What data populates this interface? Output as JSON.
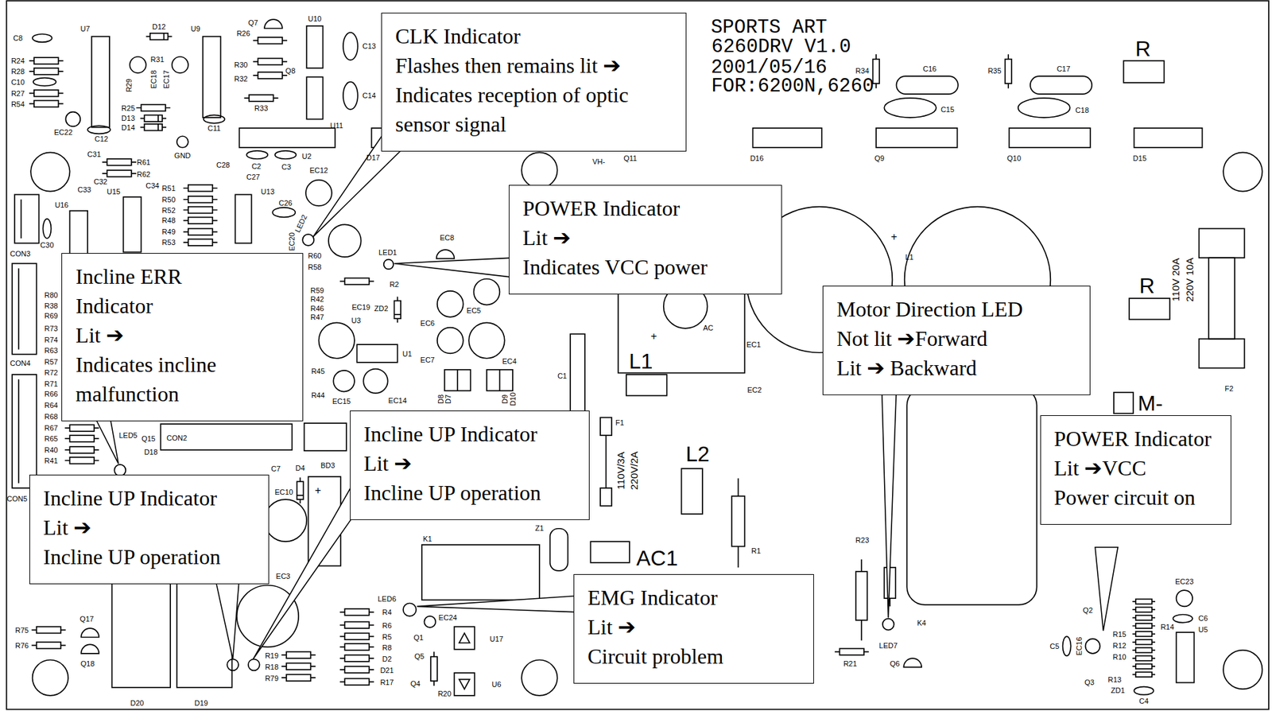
{
  "diagram": {
    "nodes": [
      {
        "text": [
          "CLK Indicator",
          "Flashes then remains lit ➔",
          "Indicates reception of optic sensor signal"
        ]
      },
      {
        "text": [
          "POWER Indicator",
          "Lit ➔",
          "Indicates VCC power"
        ]
      },
      {
        "text": [
          "Incline ERR Indicator",
          "Lit ➔",
          "Indicates incline malfunction"
        ]
      },
      {
        "text": [
          "Motor Direction LED",
          "Not lit ➔Forward",
          "Lit ➔ Backward"
        ]
      },
      {
        "text": [
          "Incline UP Indicator",
          "Lit ➔",
          "Incline UP operation"
        ]
      },
      {
        "text": [
          "POWER Indicator",
          "Lit ➔VCC",
          "Power circuit on"
        ]
      },
      {
        "text": [
          "Incline UP Indicator",
          "Lit ➔",
          "Incline UP operation"
        ]
      },
      {
        "text": [
          "EMG Indicator",
          "Lit ➔",
          "Circuit problem"
        ]
      }
    ],
    "labels": [
      "SPORTS ART",
      "6260DRV V1.0",
      "2001/05/16",
      "FOR:6200N,6260",
      "C8",
      "U7",
      "D12",
      "U9",
      "Q7",
      "R26",
      "U10",
      "C13",
      "R24",
      "R28",
      "R31",
      "C10",
      "R29",
      "EC18",
      "EC17",
      "R30",
      "Q8",
      "R32",
      "R27",
      "R54",
      "R25",
      "D13",
      "D14",
      "R33",
      "C14",
      "U11",
      "EC22",
      "C12",
      "C11",
      "GND",
      "C2",
      "C3",
      "U2",
      "D17",
      "VH-",
      "Q11",
      "D16",
      "Q9",
      "Q10",
      "D15",
      "R34",
      "C16",
      "C15",
      "R35",
      "C17",
      "C18",
      "R",
      "C31",
      "R61",
      "R62",
      "C28",
      "C27",
      "EC12",
      "C33",
      "C32",
      "U15",
      "C34",
      "R51",
      "U13",
      "R50",
      "C26",
      "R52",
      "R48",
      "R49",
      "R53",
      "U16",
      "C30",
      "CON3",
      "LED2",
      "EC20",
      "EC8",
      "LED1",
      "R60",
      "R58",
      "R2",
      "ZD2",
      "EC5",
      "EC6",
      "EC7",
      "EC4",
      "R59",
      "R42",
      "R46",
      "R47",
      "EC19",
      "U3",
      "U1",
      "R45",
      "R44",
      "EC15",
      "EC14",
      "D8",
      "D7",
      "D9",
      "D10",
      "C1",
      "AC",
      "+",
      "EC1",
      "EC2",
      "+",
      "L1",
      "R80",
      "R38",
      "R69",
      "R73",
      "R74",
      "R63",
      "R57",
      "R72",
      "R71",
      "R66",
      "R64",
      "R68",
      "R67",
      "R65",
      "R40",
      "R41",
      "CON4",
      "CON5",
      "Q15",
      "LED5",
      "D18",
      "CON2",
      "C7",
      "D4",
      "BD3",
      "+",
      "EC10",
      "EC3",
      "F1",
      "110V/3A",
      "220V/2A",
      "L1",
      "L2",
      "AC1",
      "K1",
      "Z1",
      "R1",
      "R23",
      "K4",
      "LED7",
      "Q6",
      "R21",
      "M-",
      "F2",
      "110V 20A",
      "220V 10A",
      "R",
      "EC23",
      "C6",
      "U5",
      "R14",
      "Q2",
      "R15",
      "R12",
      "R10",
      "R13",
      "ZD1",
      "C4",
      "Q3",
      "C5",
      "EC16",
      "R75",
      "R76",
      "Q17",
      "Q18",
      "D20",
      "D19",
      "R19",
      "R18",
      "R79",
      "LED6",
      "R4",
      "R6",
      "R5",
      "R8",
      "D2",
      "D21",
      "R17",
      "Q1",
      "Q5",
      "Q4",
      "EC24",
      "R20",
      "U17",
      "U6"
    ]
  }
}
